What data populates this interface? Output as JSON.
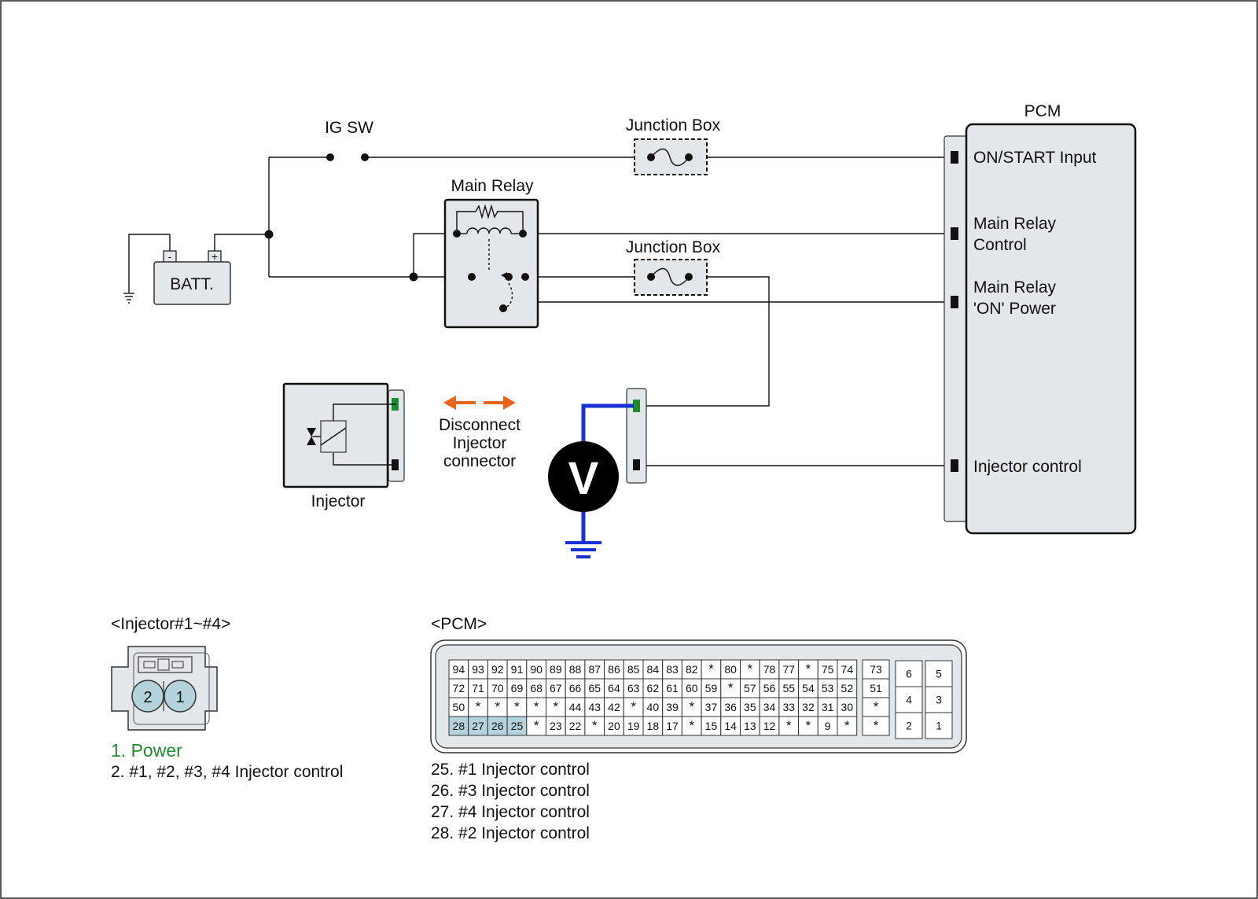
{
  "labels": {
    "ig_sw": "IG SW",
    "junction_box_1": "Junction Box",
    "junction_box_2": "Junction Box",
    "main_relay": "Main Relay",
    "batt": "BATT.",
    "batt_neg": "-",
    "batt_pos": "+",
    "pcm": "PCM",
    "pcm_on_start": "ON/START Input",
    "pcm_main_relay_control_1": "Main Relay",
    "pcm_main_relay_control_2": "Control",
    "pcm_main_relay_on_1": "Main Relay",
    "pcm_main_relay_on_2": "'ON' Power",
    "pcm_injector_control": "Injector control",
    "injector": "Injector",
    "disconnect_1": "Disconnect",
    "disconnect_2": "Injector",
    "disconnect_3": "connector",
    "voltmeter": "V"
  },
  "injector_connector": {
    "title": "<Injector#1~#4>",
    "pins": [
      "2",
      "1"
    ],
    "legend": [
      "1. Power",
      "2. #1, #2, #3, #4 Injector control"
    ]
  },
  "pcm_connector": {
    "title": "<PCM>",
    "main_rows": [
      [
        "94",
        "93",
        "92",
        "91",
        "90",
        "89",
        "88",
        "87",
        "86",
        "85",
        "84",
        "83",
        "82",
        "*",
        "80",
        "*",
        "78",
        "77",
        "*",
        "75",
        "74"
      ],
      [
        "72",
        "71",
        "70",
        "69",
        "68",
        "67",
        "66",
        "65",
        "64",
        "63",
        "62",
        "61",
        "60",
        "59",
        "*",
        "57",
        "56",
        "55",
        "54",
        "53",
        "52"
      ],
      [
        "50",
        "*",
        "*",
        "*",
        "*",
        "*",
        "44",
        "43",
        "42",
        "*",
        "40",
        "39",
        "*",
        "37",
        "36",
        "35",
        "34",
        "33",
        "32",
        "31",
        "30"
      ],
      [
        "28",
        "27",
        "26",
        "25",
        "*",
        "23",
        "22",
        "*",
        "20",
        "19",
        "18",
        "17",
        "*",
        "15",
        "14",
        "13",
        "12",
        "*",
        "*",
        "9",
        "*"
      ]
    ],
    "side_col": [
      "73",
      "51",
      "*",
      "*"
    ],
    "aux_left": [
      "6",
      "4",
      "2"
    ],
    "aux_right": [
      "5",
      "3",
      "1"
    ],
    "highlighted": [
      "28",
      "27",
      "26",
      "25"
    ],
    "legend": [
      "25. #1 Injector control",
      "26. #3 Injector control",
      "27. #4 Injector control",
      "28. #2 Injector control"
    ]
  },
  "colors": {
    "power_pin": "#1f8a2e",
    "probe_wire": "#1a2fd6",
    "disconnect_arrows": "#e8641c",
    "highlight_cells": "#b5d3dc",
    "component_fill": "#e3e7e9"
  }
}
